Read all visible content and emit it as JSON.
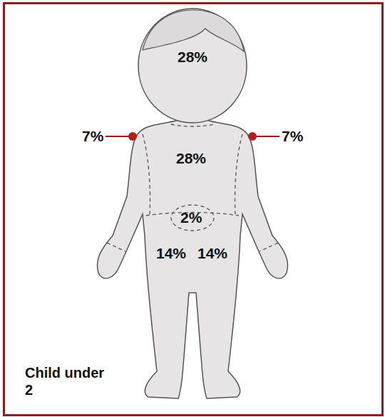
{
  "diagram": {
    "labels": [
      "28%",
      "7%",
      "7%",
      "28%",
      "2%",
      "14%",
      "14%",
      "Child under 2"
    ]
  }
}
